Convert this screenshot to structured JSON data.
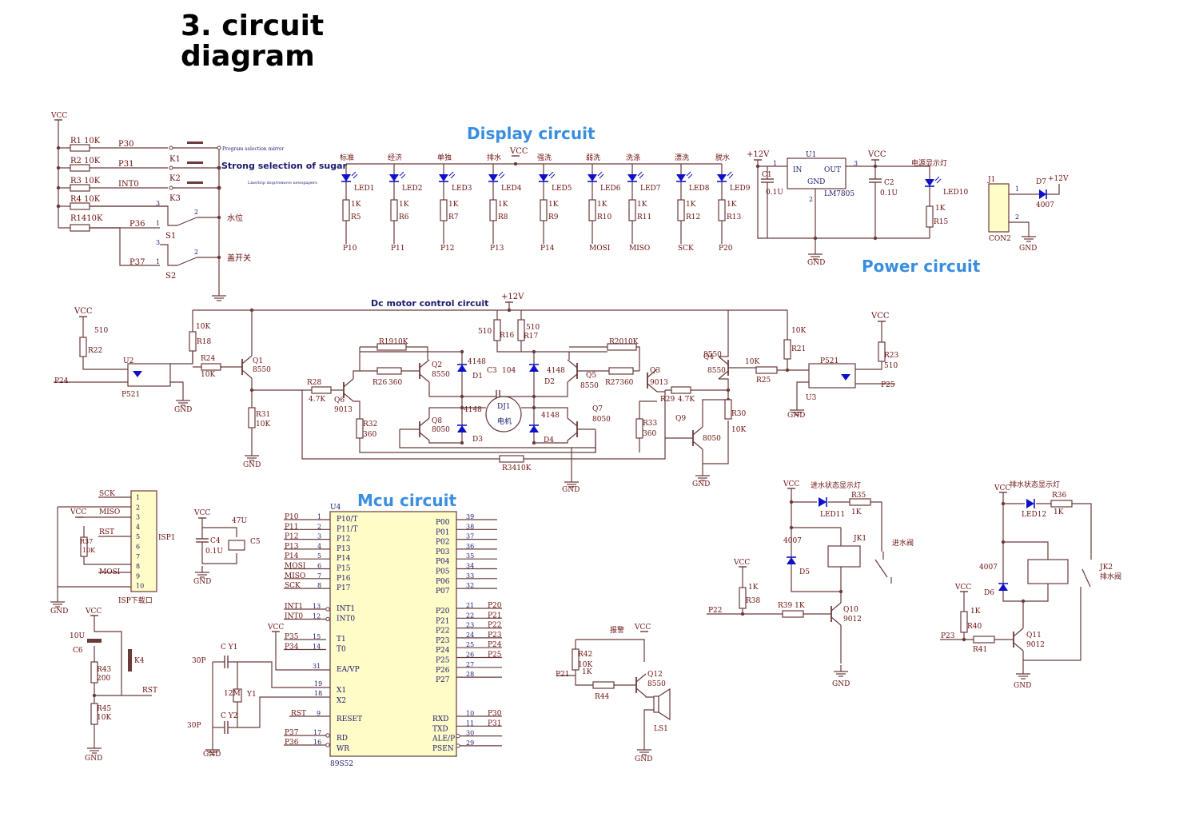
{
  "title": "3. circuit\ndiagram",
  "colors": {
    "wire": "#6b3a3a",
    "label": "#6b0f0f",
    "pin": "#1a1a6e",
    "led": "#1010c8",
    "section": "#3a8ee0",
    "chip": "#fffcc8"
  },
  "sections": {
    "display": "Display circuit",
    "power": "Power circuit",
    "dc_motor": "Dc motor control circuit",
    "mcu": "Mcu circuit"
  },
  "keys": {
    "vcc": "VCC",
    "r1": "R1 10K",
    "r2": "R2 10K",
    "r3": "R3 10K",
    "r4": "R4 10K",
    "r14": "R1410K",
    "p30": "P30",
    "p31": "P31",
    "int0": "INT0",
    "p36": "P36",
    "p37": "P37",
    "k1": "K1",
    "k2": "K2",
    "k3": "K3",
    "s1": "S1",
    "s2": "S2",
    "water": "水位",
    "lid": "盖开关",
    "program_sel": "Program selection mirror",
    "sugar": "Strong selection of sugar",
    "line_stop": "Line/trip stop/remove newspapers",
    "one": "1",
    "two": "2",
    "three": "3"
  },
  "display": {
    "vcc": "VCC",
    "modes": [
      "标准",
      "经济",
      "单独",
      "排水",
      "强洗",
      "弱洗",
      "洗涤",
      "漂洗",
      "脱水"
    ],
    "leds": [
      "LED1",
      "LED2",
      "LED3",
      "LED4",
      "LED5",
      "LED6",
      "LED7",
      "LED8",
      "LED9"
    ],
    "res": [
      "R5",
      "R6",
      "R7",
      "R8",
      "R9",
      "R10",
      "R11",
      "R12",
      "R13"
    ],
    "res_val": "1K",
    "ports": [
      "P10",
      "P11",
      "P12",
      "P13",
      "P14",
      "MOSI",
      "MISO",
      "SCK",
      "P20"
    ]
  },
  "power": {
    "v12": "+12V",
    "c1": "C1",
    "c1v": "0.1U",
    "u1": "U1",
    "in": "IN",
    "out": "OUT",
    "gnd": "GND",
    "lm": "LM7805",
    "c2": "C2",
    "c2v": "0.1U",
    "vcc": "VCC",
    "ind": "电源显示灯",
    "led10": "LED10",
    "r15": "R15",
    "r15v": "1K",
    "j1": "J1",
    "d7": "D7",
    "d7v": "+12V",
    "d4007": "4007",
    "con2": "CON2",
    "gnd2": "GND",
    "gnd3": "GND",
    "one": "1",
    "two": "2",
    "three": "3"
  },
  "motor": {
    "vcc": "VCC",
    "r22v": "510",
    "r22": "R22",
    "u2": "U2",
    "p521": "P521",
    "p24": "P24",
    "gnd": "GND",
    "r18v": "10K",
    "r18": "R18",
    "r24": "R24",
    "r24v": "10K",
    "q1": "Q1",
    "q1v": "8550",
    "r31": "R31",
    "r31v": "10K",
    "gnd_l": "GND",
    "v12": "+12V",
    "r16v": "510",
    "r16": "R16",
    "r17": "R17",
    "r17v": "510",
    "r19": "R1910K",
    "r26": "R26",
    "r26v": "360",
    "q2": "Q2",
    "q2v": "8550",
    "r28": "R28",
    "r28v": "4.7K",
    "q6": "Q6",
    "q6v": "9013",
    "r32": "R32",
    "r32v": "360",
    "q8": "Q8",
    "q8v": "8050",
    "d1": "D1",
    "d2": "D2",
    "d3": "D3",
    "d4": "D4",
    "d4148": "4148",
    "c3": "C3",
    "c3v": "104",
    "dj1": "DJ1",
    "motor_cn": "电机",
    "q5": "Q5",
    "q5v": "8550",
    "q7": "Q7",
    "q7v": "8050",
    "r20": "R2010K",
    "r27": "R27360",
    "q3": "Q3",
    "q3v": "9013",
    "r29": "R29",
    "r29v": "4.7K",
    "r33": "R33",
    "r33v": "360",
    "r34": "R3410K",
    "gnd_m": "GND",
    "q9": "Q9",
    "q9v": "8050",
    "gnd_q9": "GND",
    "q4": "Q4",
    "q4v": "8550",
    "r25": "R25",
    "r25v": "10K",
    "r21": "R21",
    "r21v": "10K",
    "r30": "R30",
    "r30v": "10K",
    "p521r": "P521",
    "u3": "U3",
    "r23": "R23",
    "r23v": "510",
    "vcc_r": "VCC",
    "p25": "P25",
    "gnd_r": "GND"
  },
  "isp": {
    "sck": "SCK",
    "miso": "MISO",
    "rst": "RST",
    "mosi": "MOSI",
    "vcc": "VCC",
    "r37": "R37",
    "r37v": "10K",
    "isp1": "ISP1",
    "label": "ISP下载口",
    "gnd": "GND",
    "pins": [
      "1",
      "2",
      "3",
      "4",
      "5",
      "6",
      "7",
      "8",
      "9",
      "10"
    ]
  },
  "caps": {
    "vcc": "VCC",
    "c4": "C4",
    "c4v": "0.1U",
    "c5": "C5",
    "c5v": "47U",
    "gnd": "GND"
  },
  "reset": {
    "vcc": "VCC",
    "c6v": "10U",
    "c6": "C6",
    "r43": "R43",
    "r43v": "200",
    "k4": "K4",
    "rst": "RST",
    "r45": "R45",
    "r45v": "10K",
    "gnd": "GND"
  },
  "crystal": {
    "cy1": "C Y1",
    "cy2": "C Y2",
    "v30p": "30P",
    "v30p2": "30P",
    "m12": "12M",
    "y1": "Y1",
    "gnd": "GND"
  },
  "mcu": {
    "u4": "U4",
    "chip": "89S52",
    "vcc": "VCC",
    "left": [
      {
        "n": "P10",
        "pin": "1",
        "f": "P10/T"
      },
      {
        "n": "P11",
        "pin": "2",
        "f": "P11/T"
      },
      {
        "n": "P12",
        "pin": "3",
        "f": "P12"
      },
      {
        "n": "P13",
        "pin": "4",
        "f": "P13"
      },
      {
        "n": "P14",
        "pin": "5",
        "f": "P14"
      },
      {
        "n": "MOSI",
        "pin": "6",
        "f": "P15"
      },
      {
        "n": "MISO",
        "pin": "7",
        "f": "P16"
      },
      {
        "n": "SCK",
        "pin": "8",
        "f": "P17"
      }
    ],
    "left2": [
      {
        "n": "INT1",
        "pin": "13",
        "f": "INT1"
      },
      {
        "n": "INT0",
        "pin": "12",
        "f": "INT0"
      },
      {
        "n": "P35",
        "pin": "15",
        "f": "T1"
      },
      {
        "n": "P34",
        "pin": "14",
        "f": "T0"
      }
    ],
    "ea": {
      "pin": "31",
      "f": "EA/VP"
    },
    "x1": {
      "pin": "19",
      "f": "X1"
    },
    "x2": {
      "pin": "18",
      "f": "X2"
    },
    "rst": {
      "n": "RST",
      "pin": "9",
      "f": "RESET"
    },
    "rd": {
      "n": "P37",
      "pin": "17",
      "f": "RD"
    },
    "wr": {
      "n": "P36",
      "pin": "16",
      "f": "WR"
    },
    "right0": [
      {
        "f": "P00",
        "pin": "39"
      },
      {
        "f": "P01",
        "pin": "38"
      },
      {
        "f": "P02",
        "pin": "37"
      },
      {
        "f": "P03",
        "pin": "36"
      },
      {
        "f": "P04",
        "pin": "35"
      },
      {
        "f": "P05",
        "pin": "34"
      },
      {
        "f": "P06",
        "pin": "33"
      },
      {
        "f": "P07",
        "pin": "32"
      }
    ],
    "right2": [
      {
        "f": "P20",
        "pin": "21",
        "n": "P20"
      },
      {
        "f": "P21",
        "pin": "22",
        "n": "P21"
      },
      {
        "f": "P22",
        "pin": "23",
        "n": "P22"
      },
      {
        "f": "P23",
        "pin": "24",
        "n": "P23"
      },
      {
        "f": "P24",
        "pin": "25",
        "n": "P24"
      },
      {
        "f": "P25",
        "pin": "26",
        "n": "P25"
      },
      {
        "f": "P26",
        "pin": "27",
        "n": ""
      },
      {
        "f": "P27",
        "pin": "28",
        "n": ""
      }
    ],
    "right3": [
      {
        "f": "RXD",
        "pin": "10",
        "n": "P30"
      },
      {
        "f": "TXD",
        "pin": "11",
        "n": "P31"
      },
      {
        "f": "ALE/P",
        "pin": "30",
        "n": ""
      },
      {
        "f": "PSEN",
        "pin": "29",
        "n": ""
      }
    ]
  },
  "buzzer": {
    "alarm": "报警",
    "vcc": "VCC",
    "r42": "R42",
    "r42v": "10K",
    "p21": "P21",
    "r44v": "1K",
    "r44": "R44",
    "q12": "Q12",
    "q12v": "8550",
    "ls1": "LS1",
    "gnd": "GND"
  },
  "inlet": {
    "vcc": "VCC",
    "ind": "进水状态显示灯",
    "led11": "LED11",
    "r35": "R35",
    "r35v": "1K",
    "d4007": "4007",
    "d5": "D5",
    "jk1": "JK1",
    "valve": "进水阀",
    "vcc2": "VCC",
    "r38": "R38",
    "r38v": "1K",
    "p22": "P22",
    "r39": "R39 1K",
    "q10": "Q10",
    "q10v": "9012",
    "gnd": "GND"
  },
  "drain": {
    "vcc": "VCC",
    "ind": "排水状态显示灯",
    "led12": "LED12",
    "r36": "R36",
    "r36v": "1K",
    "d4007": "4007",
    "d6": "D6",
    "jk2": "JK2",
    "valve": "排水阀",
    "vcc2": "VCC",
    "r40v": "1K",
    "r40": "R40",
    "p23": "P23",
    "r41": "R41",
    "q11": "Q11",
    "q11v": "9012",
    "gnd": "GND"
  }
}
